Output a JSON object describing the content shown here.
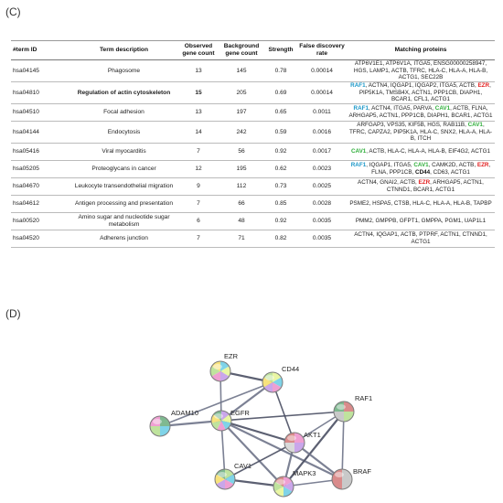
{
  "panel_c": {
    "label": "(C)",
    "headers": [
      "#term ID",
      "Term description",
      "Observed gene count",
      "Background gene count",
      "Strength",
      "False discovery rate",
      "Matching proteins"
    ],
    "rows": [
      {
        "id": "hsa04145",
        "desc": "Phagosome",
        "obs": "13",
        "bg": "145",
        "strength": "0.78",
        "fdr": "0.00014",
        "proteins": [
          {
            "t": "ATP6V1E1, ATP6V1A, ITGA5, ENSG00000258947, HGS, LAMP1, ACTB, TFRC, HLA-C, HLA-A, HLA-B, ACTG1, SEC22B"
          }
        ]
      },
      {
        "id": "hsa04810",
        "desc": "Regulation of actin cytoskeleton",
        "desc_bold": true,
        "obs": "15",
        "bg": "205",
        "strength": "0.69",
        "fdr": "0.00014",
        "proteins": [
          {
            "t": "RAF1",
            "c": "blue"
          },
          {
            "t": ", ACTN4, IQGAP1, IQGAP2, ITGA5, ACTB, "
          },
          {
            "t": "EZR",
            "c": "red"
          },
          {
            "t": ", PIP5K1A, TMSB4X, ACTN1, PPP1CB, DIAPH1, BCAR1, CFL1, ACTG1"
          }
        ]
      },
      {
        "id": "hsa04510",
        "desc": "Focal adhesion",
        "obs": "13",
        "bg": "197",
        "strength": "0.65",
        "fdr": "0.0011",
        "proteins": [
          {
            "t": "RAF1",
            "c": "blue"
          },
          {
            "t": ", ACTN4, ITGA5, PARVA, "
          },
          {
            "t": "CAV1",
            "c": "green"
          },
          {
            "t": ", ACTB, FLNA, ARHGAP5, ACTN1, PPP1CB, DIAPH1, BCAR1, ACTG1"
          }
        ]
      },
      {
        "id": "hsa04144",
        "desc": "Endocytosis",
        "obs": "14",
        "bg": "242",
        "strength": "0.59",
        "fdr": "0.0016",
        "proteins": [
          {
            "t": "ARFGAP3, VPS35, KIF5B, HGS, RAB11B, "
          },
          {
            "t": "CAV1",
            "c": "green"
          },
          {
            "t": ", TFRC, CAPZA2, PIP5K1A, HLA-C, SNX2, HLA-A, HLA-B, ITCH"
          }
        ]
      },
      {
        "id": "hsa05416",
        "desc": "Viral myocarditis",
        "obs": "7",
        "bg": "56",
        "strength": "0.92",
        "fdr": "0.0017",
        "proteins": [
          {
            "t": "CAV1",
            "c": "green"
          },
          {
            "t": ", ACTB, HLA-C, HLA-A, HLA-B, EIF4G2, ACTG1"
          }
        ]
      },
      {
        "id": "hsa05205",
        "desc": "Proteoglycans in cancer",
        "obs": "12",
        "bg": "195",
        "strength": "0.62",
        "fdr": "0.0023",
        "proteins": [
          {
            "t": "RAF1",
            "c": "blue"
          },
          {
            "t": ", IQGAP1, ITGA5, "
          },
          {
            "t": "CAV1",
            "c": "green"
          },
          {
            "t": ", CAMK2D, ACTB, "
          },
          {
            "t": "EZR",
            "c": "red"
          },
          {
            "t": ", FLNA, PPP1CB, "
          },
          {
            "t": "CD44",
            "c": "bold"
          },
          {
            "t": ", CD63, ACTG1"
          }
        ]
      },
      {
        "id": "hsa04670",
        "desc": "Leukocyte transendothelial migration",
        "obs": "9",
        "bg": "112",
        "strength": "0.73",
        "fdr": "0.0025",
        "proteins": [
          {
            "t": "ACTN4, GNAI2, ACTB, "
          },
          {
            "t": "EZR",
            "c": "red"
          },
          {
            "t": ", ARHGAP5, ACTN1, CTNND1, BCAR1, ACTG1"
          }
        ]
      },
      {
        "id": "hsa04612",
        "desc": "Antigen processing and presentation",
        "obs": "7",
        "bg": "66",
        "strength": "0.85",
        "fdr": "0.0028",
        "proteins": [
          {
            "t": "PSME2, HSPA5, CTSB, HLA-C, HLA-A, HLA-B, TAPBP"
          }
        ]
      },
      {
        "id": "hsa00520",
        "desc": "Amino sugar and nucleotide sugar metabolism",
        "obs": "6",
        "bg": "48",
        "strength": "0.92",
        "fdr": "0.0035",
        "proteins": [
          {
            "t": "PMM2, GMPPB, GFPT1, GMPPA, PGM1, UAP1L1"
          }
        ]
      },
      {
        "id": "hsa04520",
        "desc": "Adherens junction",
        "obs": "7",
        "bg": "71",
        "strength": "0.82",
        "fdr": "0.0035",
        "proteins": [
          {
            "t": "ACTN4, IQGAP1, ACTB, PTPRF, ACTN1, CTNND1, ACTG1"
          }
        ]
      }
    ]
  },
  "panel_d": {
    "label": "(D)",
    "nodes": [
      {
        "name": "EZR",
        "colors": [
          "#7fd3e8",
          "#e9f6a3",
          "#c9a6ea",
          "#ef9fd2",
          "#bfe39d",
          "#f7e27c"
        ]
      },
      {
        "name": "CD44",
        "colors": [
          "#e9f6a3",
          "#7fd3e8",
          "#ef9fd2",
          "#c9a6ea",
          "#f7e27c",
          "#bfe39d"
        ]
      },
      {
        "name": "ADAM10",
        "colors": [
          "#7fb990",
          "#7fd3e8",
          "#bfe39d",
          "#ef9fd2"
        ]
      },
      {
        "name": "EGFR",
        "colors": [
          "#c9a6ea",
          "#e9f6a3",
          "#7fd3e8",
          "#ef9fd2",
          "#bfe39d",
          "#f7e27c",
          "#7fb990"
        ]
      },
      {
        "name": "RAF1",
        "colors": [
          "#d98b8b",
          "#bfe39d",
          "#c9c9c9",
          "#7fb990"
        ]
      },
      {
        "name": "AKT1",
        "colors": [
          "#ef9fd2",
          "#c9a6ea",
          "#d9d9d9",
          "#d98b8b"
        ]
      },
      {
        "name": "BRAF",
        "colors": [
          "#c9c9c9",
          "#d98b8b"
        ]
      },
      {
        "name": "CAV1",
        "colors": [
          "#bfe39d",
          "#7fd3e8",
          "#ef9fd2",
          "#c9a6ea",
          "#f7e27c",
          "#7fb990"
        ]
      },
      {
        "name": "MAPK3",
        "colors": [
          "#ef9fd2",
          "#c9a6ea",
          "#7fd3e8",
          "#e9f6a3",
          "#bfe39d",
          "#d98b8b"
        ]
      }
    ],
    "edges": [
      [
        "EZR",
        "CD44"
      ],
      [
        "EZR",
        "EGFR"
      ],
      [
        "CD44",
        "EGFR"
      ],
      [
        "CD44",
        "AKT1"
      ],
      [
        "ADAM10",
        "EGFR"
      ],
      [
        "ADAM10",
        "CD44"
      ],
      [
        "EGFR",
        "AKT1"
      ],
      [
        "EGFR",
        "CAV1"
      ],
      [
        "EGFR",
        "MAPK3"
      ],
      [
        "EGFR",
        "RAF1"
      ],
      [
        "EGFR",
        "BRAF"
      ],
      [
        "RAF1",
        "AKT1"
      ],
      [
        "RAF1",
        "MAPK3"
      ],
      [
        "RAF1",
        "BRAF"
      ],
      [
        "AKT1",
        "MAPK3"
      ],
      [
        "AKT1",
        "CAV1"
      ],
      [
        "AKT1",
        "BRAF"
      ],
      [
        "BRAF",
        "MAPK3"
      ],
      [
        "CAV1",
        "MAPK3"
      ]
    ]
  }
}
